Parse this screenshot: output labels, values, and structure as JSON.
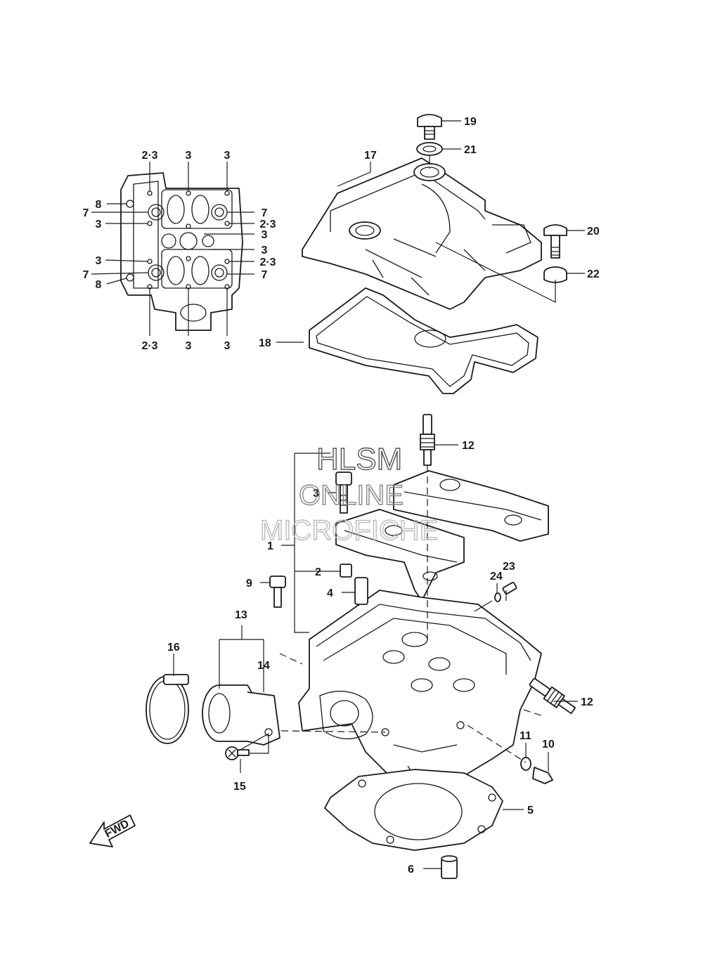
{
  "labels": {
    "p19": "19",
    "p21": "21",
    "p17": "17",
    "p20": "20",
    "p22": "22",
    "p18": "18",
    "p12a": "12",
    "p12b": "12",
    "p3": "3",
    "p1": "1",
    "p2": "2",
    "p4": "4",
    "p9": "9",
    "p23": "23",
    "p24": "24",
    "p13": "13",
    "p14": "14",
    "p16": "16",
    "p11": "11",
    "p10": "10",
    "p15": "15",
    "p5": "5",
    "p6": "6"
  },
  "inset": {
    "top": [
      "2·3",
      "3",
      "3"
    ],
    "bottom": [
      "2·3",
      "3",
      "3"
    ],
    "left": [
      "8",
      "7",
      "3",
      "3",
      "7",
      "8"
    ],
    "right": [
      "7",
      "2·3",
      "3",
      "3",
      "2·3",
      "7"
    ]
  },
  "watermark": {
    "line1": "HLSM",
    "line2": "ONLINE",
    "line3": "MICROFICHE"
  },
  "fwd": "FWD"
}
